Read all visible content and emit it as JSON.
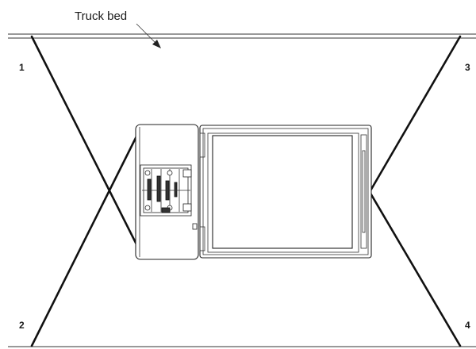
{
  "diagram": {
    "bed_label": "Truck bed",
    "points": [
      {
        "id": "1",
        "label": "1"
      },
      {
        "id": "2",
        "label": "2"
      },
      {
        "id": "3",
        "label": "3"
      },
      {
        "id": "4",
        "label": "4"
      }
    ]
  }
}
